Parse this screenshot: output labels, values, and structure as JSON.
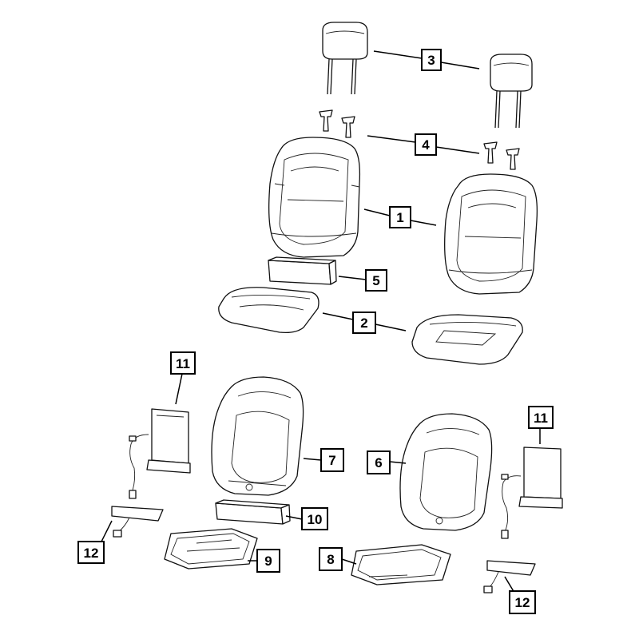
{
  "diagram": {
    "callouts": [
      {
        "id": "c3",
        "label": "3"
      },
      {
        "id": "c4",
        "label": "4"
      },
      {
        "id": "c1",
        "label": "1"
      },
      {
        "id": "c5",
        "label": "5"
      },
      {
        "id": "c2",
        "label": "2"
      },
      {
        "id": "c11a",
        "label": "11"
      },
      {
        "id": "c7",
        "label": "7"
      },
      {
        "id": "c6",
        "label": "6"
      },
      {
        "id": "c11b",
        "label": "11"
      },
      {
        "id": "c10",
        "label": "10"
      },
      {
        "id": "c12a",
        "label": "12"
      },
      {
        "id": "c9",
        "label": "9"
      },
      {
        "id": "c8",
        "label": "8"
      },
      {
        "id": "c12b",
        "label": "12"
      }
    ]
  }
}
